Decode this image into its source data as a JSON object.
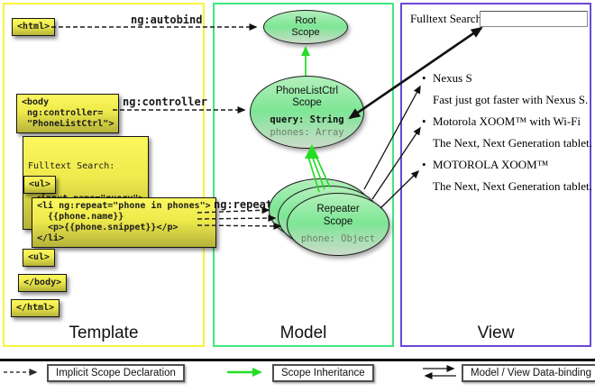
{
  "columns": {
    "template": {
      "label": "Template"
    },
    "model": {
      "label": "Model"
    },
    "view": {
      "label": "View"
    }
  },
  "template": {
    "html_open": "<html>",
    "body_open": "<body\n ng:controller=\n \"PhoneListCtrl\">",
    "fulltext_label": "Fulltext Search:",
    "fulltext_input": "<input name=\"query\">",
    "ul_open": "<ul>",
    "li_repeat": "<li ng:repeat=\"phone in phones\">\n  {{phone.name}}\n  <p>{{phone.snippet}}</p>\n</li>",
    "ul_close": "<ul>",
    "body_close": "</body>",
    "html_close": "</html>"
  },
  "model": {
    "root_scope_title": "Root\nScope",
    "ctrl_scope_title": "PhoneListCtrl\nScope",
    "ctrl_prop_query": "query: String",
    "ctrl_prop_phones": "phones: Array",
    "repeater_title": "Repeater\nScope",
    "repeater_prop": "phone: Object"
  },
  "view": {
    "search_label": "Fulltext Search:",
    "search_value": "",
    "bullet": "•",
    "items": [
      {
        "title": "Nexus S",
        "snippet": "Fast just got faster with Nexus S."
      },
      {
        "title": "Motorola XOOM™ with Wi-Fi",
        "snippet": "The Next, Next Generation tablet."
      },
      {
        "title": "MOTOROLA XOOM™",
        "snippet": "The Next, Next Generation tablet."
      }
    ]
  },
  "connectors": {
    "autobind": "ng:autobind",
    "controller": "ng:controller",
    "repeat": "ng:repeat"
  },
  "legend": {
    "implicit": "Implicit Scope Declaration",
    "inheritance": "Scope Inheritance",
    "binding": "Model / View Data-binding"
  },
  "colors": {
    "template_border": "#f7f33d",
    "model_border": "#3fe87e",
    "view_border": "#6a48d7",
    "green_arrow": "#25dd25",
    "codebox_top": "#fbf75e",
    "codebox_bottom": "#b5b23a"
  }
}
